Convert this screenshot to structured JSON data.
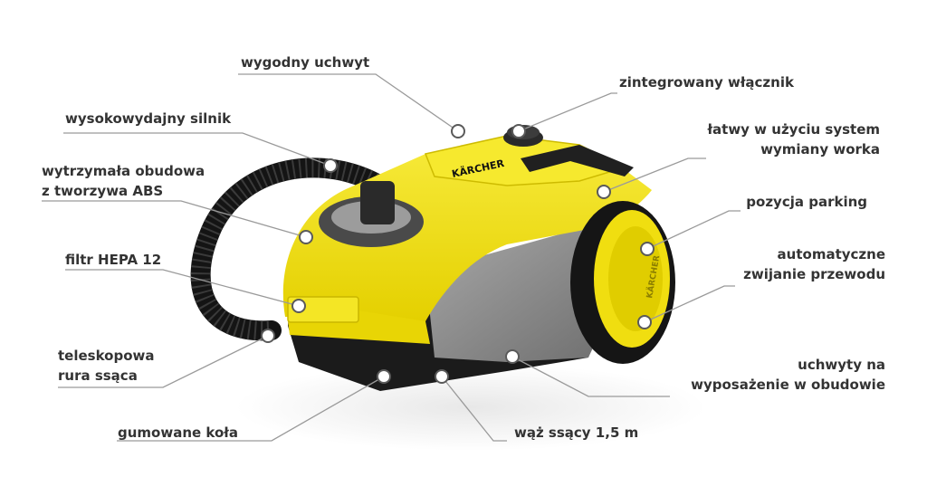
{
  "labels": {
    "handle": "wygodny uchwyt",
    "switch": "zintegrowany włącznik",
    "motor": "wysokowydajny silnik",
    "bag_system": [
      "łatwy w użyciu system",
      "wymiany worka"
    ],
    "housing": [
      "wytrzymała obudowa",
      "z tworzywa ABS"
    ],
    "parking": "pozycja parking",
    "filter": "filtr HEPA 12",
    "cord_rewind": [
      "automatyczne",
      "zwijanie przewodu"
    ],
    "tube": [
      "teleskopowa",
      "rura ssąca"
    ],
    "accessory_holders": [
      "uchwyty na",
      "wyposażenie w obudowie"
    ],
    "wheels": "gumowane koła",
    "hose": "wąż ssący 1,5 m"
  },
  "product": {
    "brand_mark": "KÄRCHER",
    "wheel_mark": "KÄRCHER"
  },
  "colors": {
    "body_yellow": "#f2e21a",
    "body_yellow_shade": "#d8c400",
    "body_grey": "#8a8a8a",
    "body_black": "#1b1b1b",
    "callout_line": "#9a9a9a",
    "callout_dot": "#ffffff",
    "label_text": "#333333"
  }
}
